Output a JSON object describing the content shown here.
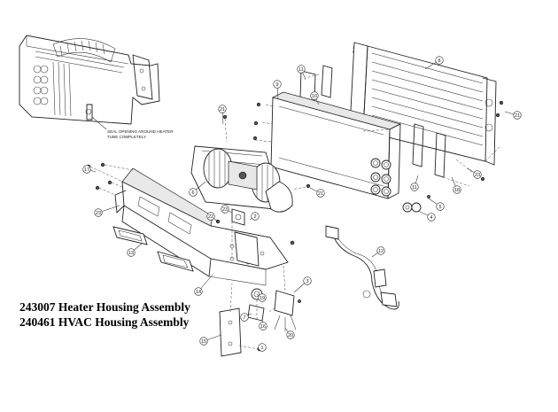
{
  "titles": [
    "243007 Heater Housing Assembly",
    "240461 HVAC Housing Assembly"
  ],
  "inset_note": [
    "SEAL OPENING AROUND HEATER",
    "TUBE COMPLETELY"
  ],
  "callouts": [
    "21",
    "9",
    "11",
    "8",
    "10",
    "18",
    "21",
    "23",
    "6",
    "21",
    "17",
    "22",
    "23",
    "23",
    "15",
    "11",
    "5",
    "4",
    "13",
    "2",
    "12",
    "14",
    "19",
    "3",
    "20",
    "7",
    "16",
    "1"
  ]
}
